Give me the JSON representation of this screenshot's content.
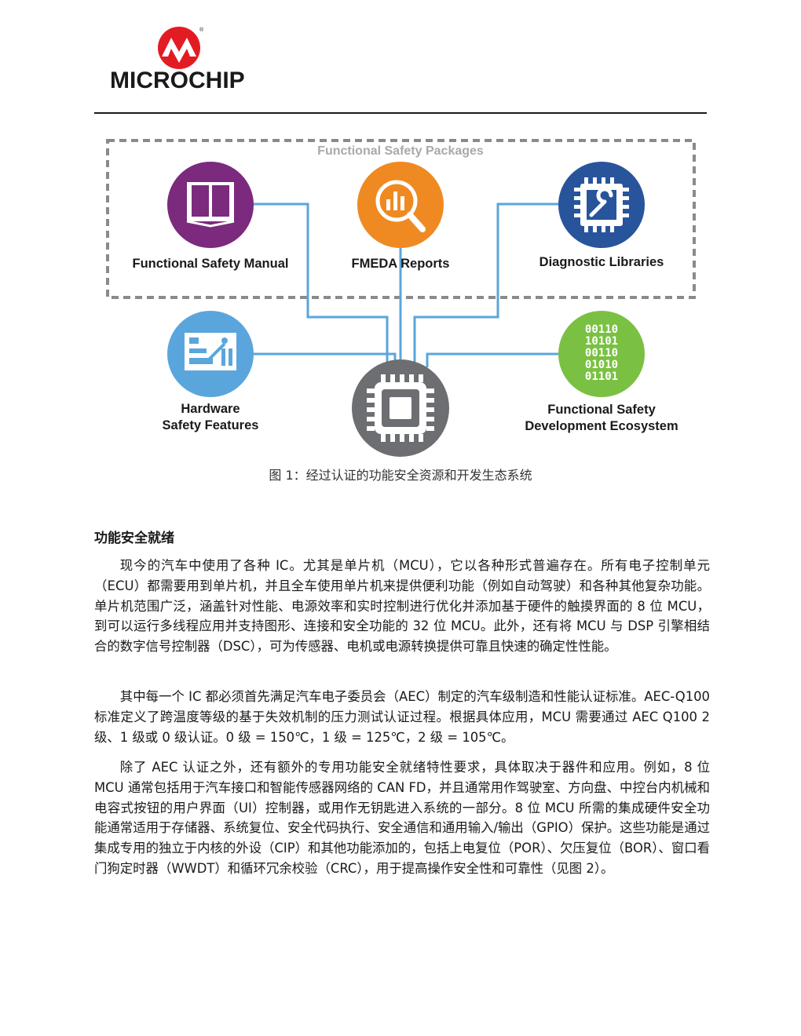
{
  "logo": {
    "text": "MICROCHIP",
    "brand_color": "#e31b23"
  },
  "diagram": {
    "package_title": "Functional Safety Packages",
    "nodes": [
      {
        "label": "Functional Safety Manual",
        "icon": "book-icon",
        "color": "#7b2a7e"
      },
      {
        "label": "FMEDA Reports",
        "icon": "magnifier-chart-icon",
        "color": "#ef8a22"
      },
      {
        "label": "Diagnostic Libraries",
        "icon": "chip-wrench-icon",
        "color": "#28549c"
      },
      {
        "label_line1": "Hardware",
        "label_line2": "Safety Features",
        "icon": "circuit-board-icon",
        "color": "#5aa6dc"
      },
      {
        "label_line1": "Functional Safety",
        "label_line2": "Development Ecosystem",
        "icon": "binary-code-icon",
        "color": "#7ac143",
        "binary": [
          "00110",
          "10101",
          "00110",
          "01010",
          "01101"
        ]
      },
      {
        "icon": "chip-icon",
        "color": "#6d6e71"
      }
    ],
    "connector_color": "#5aa6dc",
    "dashed_border_color": "#8a8a8a"
  },
  "caption": "图 1：经过认证的功能安全资源和开发生态系统",
  "section": {
    "heading": "功能安全就绪",
    "paragraphs": [
      "现今的汽车中使用了各种 IC。尤其是单片机（MCU），它以各种形式普遍存在。所有电子控制单元（ECU）都需要用到单片机，并且全车使用单片机来提供便利功能（例如自动驾驶）和各种其他复杂功能。单片机范围广泛，涵盖针对性能、电源效率和实时控制进行优化并添加基于硬件的触摸界面的 8 位 MCU，到可以运行多线程应用并支持图形、连接和安全功能的 32 位 MCU。此外，还有将 MCU 与 DSP 引擎相结合的数字信号控制器（DSC），可为传感器、电机或电源转换提供可靠且快速的确定性性能。",
      "其中每一个 IC 都必须首先满足汽车电子委员会（AEC）制定的汽车级制造和性能认证标准。AEC-Q100 标准定义了跨温度等级的基于失效机制的压力测试认证过程。根据具体应用，MCU 需要通过 AEC Q100 2 级、1 级或 0 级认证。0 级 = 150℃，1 级 = 125℃，2 级 = 105℃。",
      "除了 AEC 认证之外，还有额外的专用功能安全就绪特性要求，具体取决于器件和应用。例如，8 位 MCU 通常包括用于汽车接口和智能传感器网络的 CAN FD，并且通常用作驾驶室、方向盘、中控台内机械和电容式按钮的用户界面（UI）控制器，或用作无钥匙进入系统的一部分。8 位 MCU 所需的集成硬件安全功能通常适用于存储器、系统复位、安全代码执行、安全通信和通用输入/输出（GPIO）保护。这些功能是通过集成专用的独立于内核的外设（CIP）和其他功能添加的，包括上电复位（POR）、欠压复位（BOR）、窗口看门狗定时器（WWDT）和循环冗余校验（CRC），用于提高操作安全性和可靠性（见图 2）。"
    ]
  }
}
